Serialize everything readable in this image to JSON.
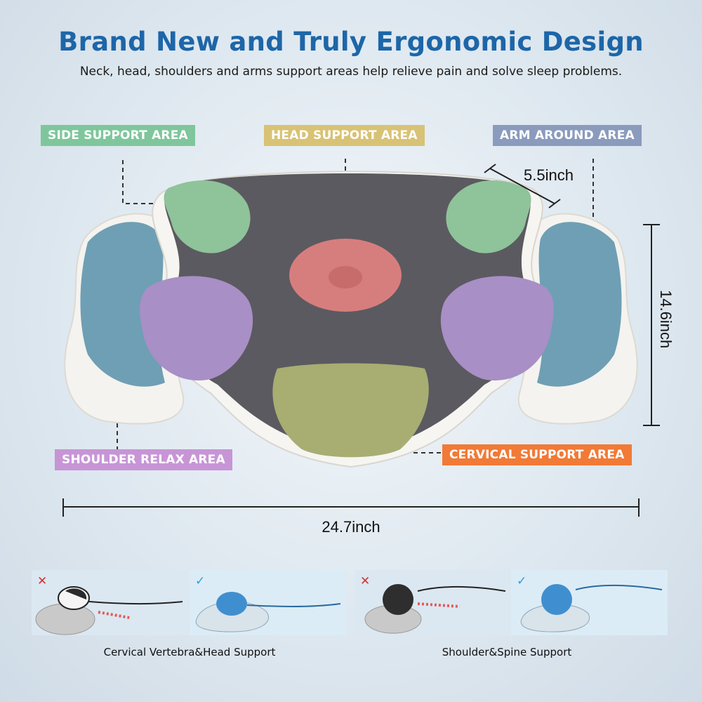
{
  "heading": {
    "title": "Brand New and Truly Ergonomic Design",
    "subtitle": "Neck, head, shoulders and arms support areas help relieve pain and solve sleep problems."
  },
  "areas": {
    "side": "SIDE SUPPORT AREA",
    "head": "HEAD SUPPORT AREA",
    "arm": "ARM AROUND AREA",
    "shoulder": "SHOULDER RELAX AREA",
    "cervical": "CERVICAL SUPPORT AREA"
  },
  "dimensions": {
    "width": "24.7inch",
    "height": "14.6inch",
    "depth": "5.5inch"
  },
  "comparison": {
    "bad_mark": "✕",
    "good_mark": "✓",
    "caption_1": "Cervical Vertebra&Head Support",
    "caption_2": "Shoulder&Spine Support"
  },
  "colors": {
    "title": "#1d66a8",
    "side_area": "#8fc39a",
    "head_area": "#d67e7d",
    "arm_area": "#6f9fb4",
    "shoulder_area": "#a88fc6",
    "cervical_area": "#a8ad72",
    "pillow_top": "#5b5a60"
  }
}
